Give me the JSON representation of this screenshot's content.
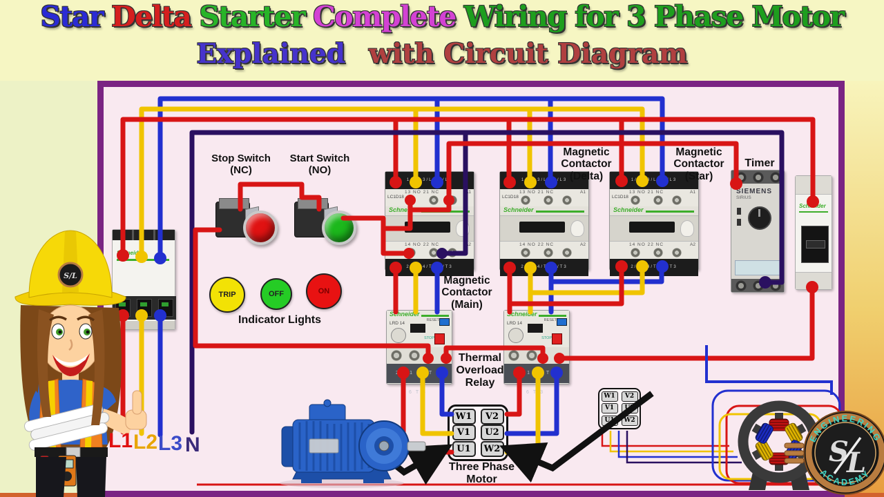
{
  "title": {
    "line1": [
      {
        "text": "Star",
        "color": "#2b2bd5"
      },
      {
        "text": "Delta",
        "color": "#d51f1f"
      },
      {
        "text": "Starter",
        "color": "#28b428"
      },
      {
        "text": "Complete",
        "color": "#d342d3"
      },
      {
        "text": "Wiring for 3 Phase Motor",
        "color": "#1e9e1e"
      }
    ],
    "line2": [
      {
        "text": "Explained",
        "color": "#4633cc"
      },
      {
        "text": "with Circuit Diagram",
        "color": "#b04040"
      }
    ]
  },
  "colors": {
    "frame_purple": "#7a2483",
    "inner_pink": "#f9e9f0",
    "wire_red": "#d81515",
    "wire_yellow": "#f0c400",
    "wire_blue": "#2230cf",
    "wire_neutral_navy": "#2a1060",
    "schneider_green": "#3dae2b"
  },
  "switches": {
    "stop": {
      "label": "Stop Switch",
      "type": "(NC)",
      "button_color": "#e01212"
    },
    "start": {
      "label": "Start Switch",
      "type": "(NO)",
      "button_color": "#1cb81c"
    }
  },
  "indicator": {
    "caption": "Indicator Lights",
    "lights": [
      {
        "label": "TRIP",
        "color": "#f2e205"
      },
      {
        "label": "OFF",
        "color": "#25cc25"
      },
      {
        "label": "ON",
        "color": "#e81212"
      }
    ]
  },
  "contactor": {
    "brand": "Schneider",
    "model": "LC1D18",
    "top_terminals": "1/L1  3/L2  5/L3",
    "aux_top": "13   NO   21   NC",
    "a1": "A1",
    "aux_bottom": "14   NO   22   NC",
    "a2": "A2",
    "bottom_terminals": "2/T1  4/T2  6/T3",
    "units": [
      {
        "label_lines": [
          "Magnetic",
          "Contactor",
          "(Main)"
        ]
      },
      {
        "label_lines": [
          "Magnetic",
          "Contactor",
          "(Delta)"
        ]
      },
      {
        "label_lines": [
          "Magnetic",
          "Contactor",
          "(Star)"
        ]
      }
    ]
  },
  "overload": {
    "brand": "Schneider",
    "model": "LRD 14",
    "reset": "RESET",
    "stop": "STOP",
    "bottom_terminals": "2T1 4T2 6T3",
    "caption_lines": [
      "Thermal",
      "Overload",
      "Relay"
    ]
  },
  "timer": {
    "caption": "Timer",
    "brand": "SIEMENS",
    "series": "SIRIUS"
  },
  "breaker": {
    "brand": "Schneider"
  },
  "mcb": {
    "brand": "Schneider"
  },
  "phase_labels": [
    {
      "text": "L1",
      "color": "#e01010"
    },
    {
      "text": "L2",
      "color": "#e8a500"
    },
    {
      "text": "L3",
      "color": "#3b4bc8"
    },
    {
      "text": "N",
      "color": "#3a2a7a"
    }
  ],
  "terminal_block": {
    "rows": [
      [
        "W1",
        "V2"
      ],
      [
        "V1",
        "U2"
      ],
      [
        "U1",
        "W2"
      ]
    ]
  },
  "small_terminal_block": {
    "rows": [
      [
        "W1",
        "V2"
      ],
      [
        "V1",
        "U2"
      ],
      [
        "U1",
        "W2"
      ]
    ]
  },
  "motor_caption_lines": [
    "Three Phase",
    "Motor"
  ],
  "logo": {
    "top": "ENGINEERING",
    "bottom": "ACADEMY",
    "monogram_s": "S",
    "monogram_l": "L"
  }
}
